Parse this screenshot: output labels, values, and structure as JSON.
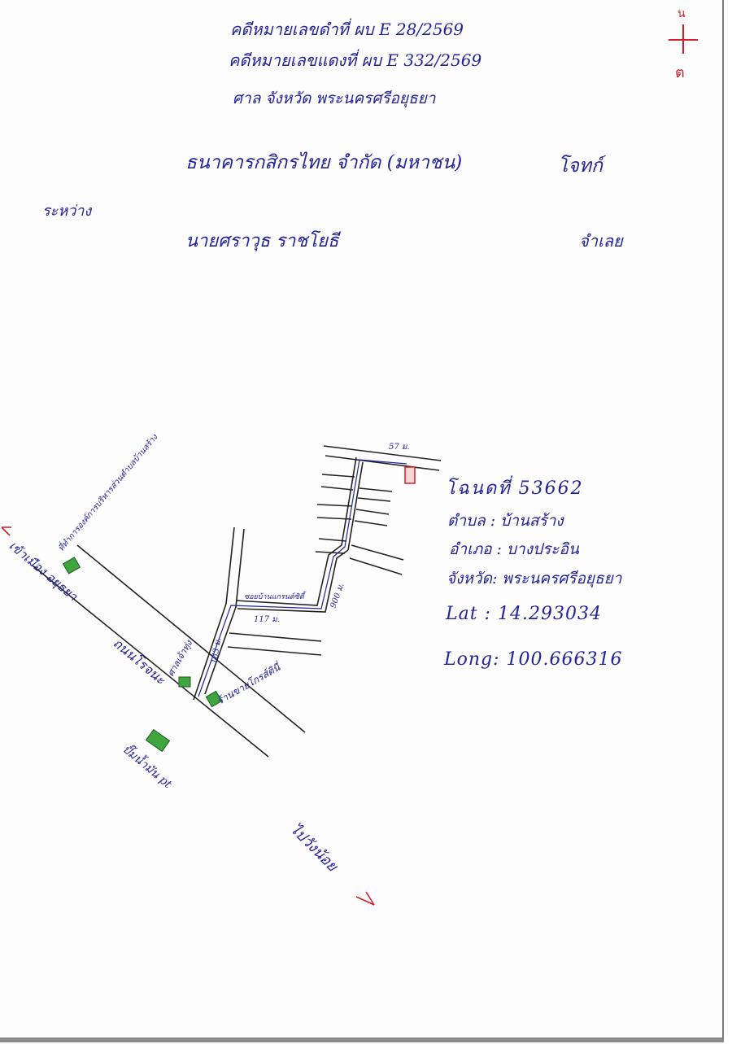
{
  "header": {
    "black_case": "คดีหมายเลขดำที่ ผบ E 28/2569",
    "red_case": "คดีหมายเลขแดงที่ ผบ E 332/2569",
    "court": "ศาล จังหวัด พระนครศรีอยุธยา"
  },
  "parties": {
    "plaintiff": "ธนาคารกสิกรไทย จำกัด (มหาชน)",
    "plaintiff_role": "โจทก์",
    "between": "ระหว่าง",
    "defendant": "นายศราวุธ ราชโยธี",
    "defendant_role": "จำเลย"
  },
  "property": {
    "deed": "โฉนดที่ 53662",
    "subdistrict": "ตำบล : บ้านสร้าง",
    "district": "อำเภอ : บางประอิน",
    "province": "จังหวัด: พระนครศรีอยุธยา",
    "lat": "Lat : 14.293034",
    "long": "Long: 100.666316"
  },
  "map": {
    "top_distance": "57 ม.",
    "soi_label": "ซอยบ้านแกรนด์ซิตี้",
    "segment_117": "117 ม.",
    "segment_900": "900 ม.",
    "segment_183": "183 ม.",
    "sao_label": "ศาลเจ้าทุ่ง",
    "shop_label": "ร้านขายโกรส์ตินี่",
    "tambon_office": "ที่ทำการองค์การบริหารส่วนตำบลบ้านสร้าง",
    "pump_label": "ปั๊มน้ำมัน pt",
    "road_name": "ถนนโรจนะ",
    "to_city": "เข้าเมือง อยุธยา",
    "to_wangnoi": "ไปวังน้อย"
  },
  "page_mark": {
    "top": "น",
    "bottom": "ต"
  },
  "colors": {
    "ink": "#23239a",
    "red": "#d0202a",
    "green": "#3fa53f"
  }
}
